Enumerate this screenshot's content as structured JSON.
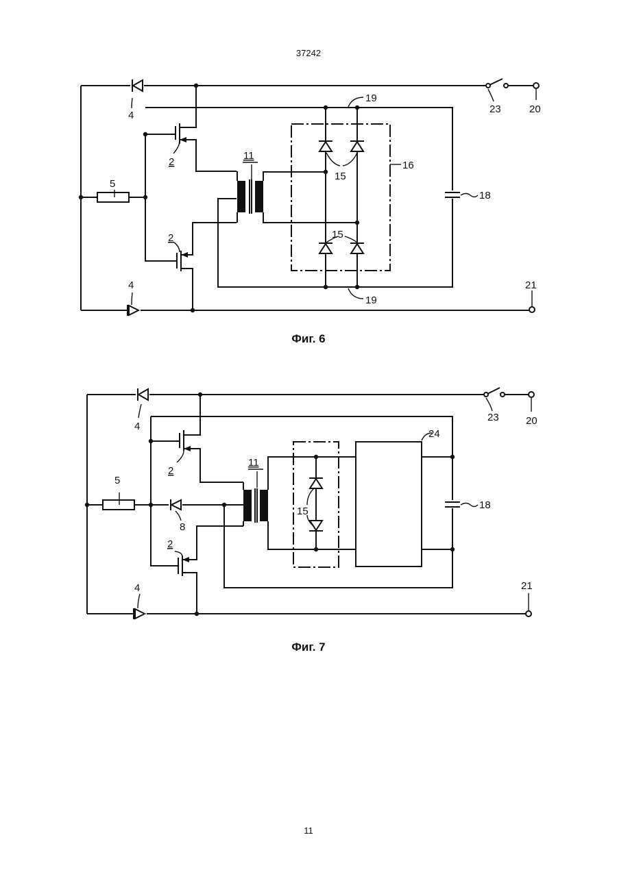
{
  "header": {
    "doc_number": "37242"
  },
  "footer": {
    "page_number": "11"
  },
  "figures": [
    {
      "caption": "Фиг. 6",
      "labels": {
        "diode_top": "4",
        "diode_bottom": "4",
        "transistor_top": "2",
        "transistor_bottom": "2",
        "resistor": "5",
        "transformer": "11",
        "rectifier_diodes_upper": "15",
        "rectifier_diodes_lower": "15",
        "rectifier_block": "16",
        "capacitor": "18",
        "bus_top": "19",
        "bus_bottom": "19",
        "switch": "23",
        "terminal_plus": "20",
        "terminal_minus": "21"
      }
    },
    {
      "caption": "Фиг. 7",
      "labels": {
        "diode_top": "4",
        "diode_bottom": "4",
        "transistor_top": "2",
        "transistor_bottom": "2",
        "resistor": "5",
        "diode_8": "8",
        "transformer": "11",
        "rectifier_diodes": "15",
        "block": "24",
        "capacitor": "18",
        "switch": "23",
        "terminal_plus": "20",
        "terminal_minus": "21"
      }
    }
  ]
}
